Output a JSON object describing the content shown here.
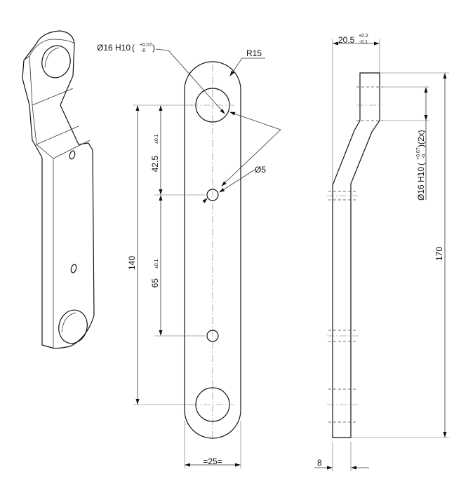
{
  "dimensions": {
    "bore_front": {
      "base": "Ø16 H10",
      "tol_upper": "+0.07",
      "tol_lower": "-0"
    },
    "radius": "R15",
    "small_hole": "Ø5",
    "spacing_upper": {
      "base": "42.5",
      "tol": "±0.1"
    },
    "spacing_lower": {
      "base": "65",
      "tol": "±0.1"
    },
    "overall_front": "140",
    "width": "=25=",
    "offset_side": {
      "base": "20.5",
      "tol_upper": "+0.2",
      "tol_lower": "-0.1"
    },
    "bore_side": {
      "base": "Ø16 H10",
      "tol_upper": "+0.07",
      "tol_lower": "-0",
      "count": "(2x)"
    },
    "overall_side": "170",
    "thickness": "8"
  }
}
